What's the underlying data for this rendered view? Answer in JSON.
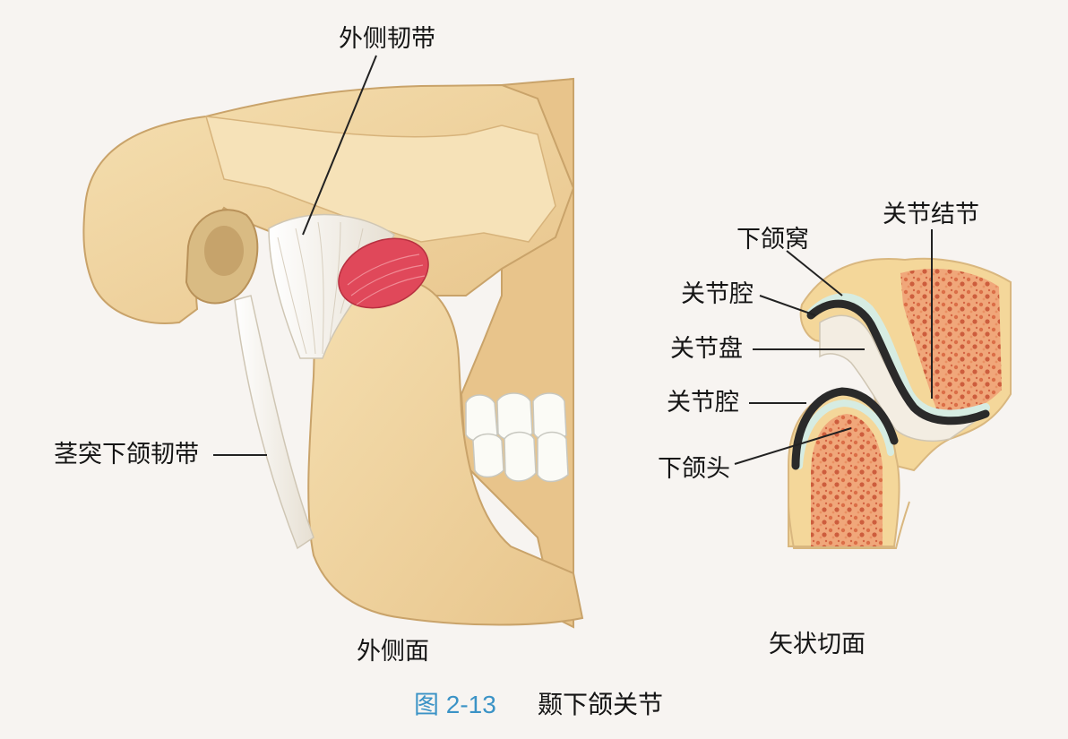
{
  "lateral_view": {
    "title": "外侧面",
    "labels": {
      "lateral_ligament": "外侧韧带",
      "stylomandibular_ligament": "茎突下颌韧带"
    }
  },
  "sagittal_section": {
    "title": "矢状切面",
    "labels": {
      "articular_tubercle": "关节结节",
      "mandibular_fossa": "下颌窝",
      "upper_joint_cavity": "关节腔",
      "articular_disc": "关节盘",
      "lower_joint_cavity": "关节腔",
      "mandibular_head": "下颌头"
    }
  },
  "caption": {
    "number": "图 2-13",
    "title": "颞下颌关节"
  },
  "colors": {
    "bone": "#f2d9a6",
    "bone_shadow": "#d9b77f",
    "ligament": "#f4efe6",
    "muscle": "#e0485a",
    "marrow": "#e07d5a",
    "cartilage": "#d6ece2",
    "caption_number": "#3b93c6"
  }
}
